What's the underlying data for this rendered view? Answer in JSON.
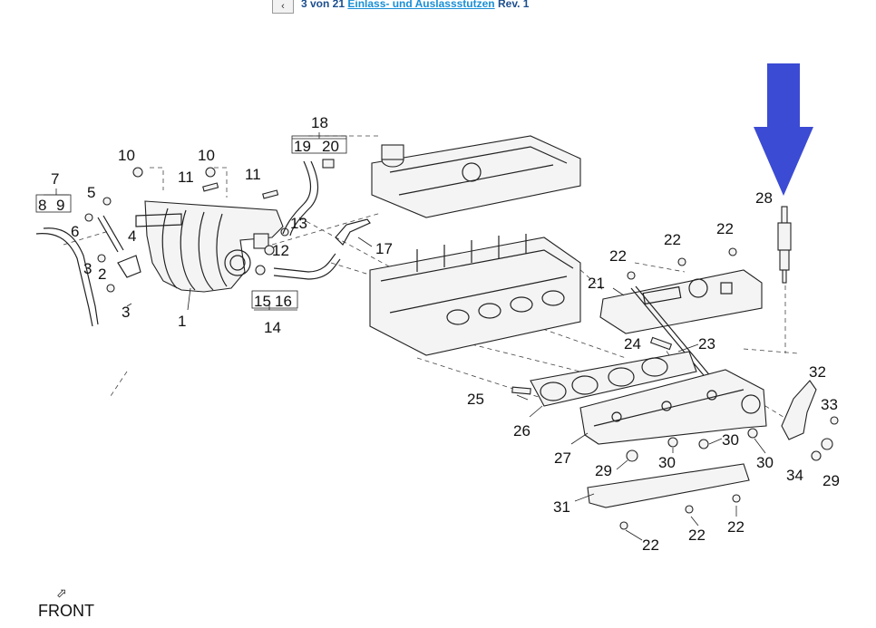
{
  "header": {
    "page_prefix": "3 von 21",
    "section_link": "Einlass- und Auslassstutzen",
    "revision": "Rev. 1",
    "back_icon": "chevron-left-icon"
  },
  "diagram": {
    "front_label": "FRONT",
    "highlight_arrow_color": "#3b4bd3",
    "callouts": {
      "c1": "1",
      "c2": "2",
      "c3a": "3",
      "c3b": "3",
      "c4": "4",
      "c5": "5",
      "c6": "6",
      "c7": "7",
      "c8": "8",
      "c9": "9",
      "c10a": "10",
      "c10b": "10",
      "c11a": "11",
      "c11b": "11",
      "c12": "12",
      "c13": "13",
      "c14": "14",
      "c15": "15",
      "c16": "16",
      "c17": "17",
      "c18": "18",
      "c19": "19",
      "c20": "20",
      "c21": "21",
      "c22a": "22",
      "c22b": "22",
      "c22c": "22",
      "c22d": "22",
      "c22e": "22",
      "c22f": "22",
      "c23": "23",
      "c24": "24",
      "c25": "25",
      "c26": "26",
      "c27": "27",
      "c28": "28",
      "c29a": "29",
      "c29b": "29",
      "c30a": "30",
      "c30b": "30",
      "c30c": "30",
      "c31": "31",
      "c32": "32",
      "c33": "33",
      "c34": "34"
    }
  }
}
